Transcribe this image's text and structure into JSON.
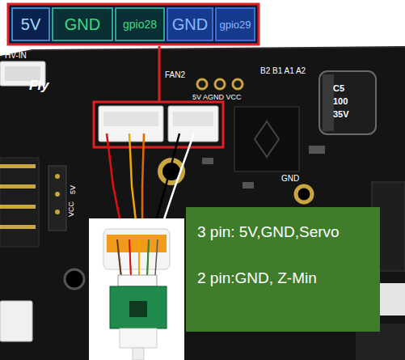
{
  "diagram": {
    "nodes": [
      {
        "text": [
          "5V"
        ]
      },
      {
        "text": [
          "GND"
        ]
      },
      {
        "text": [
          "gpio28"
        ]
      },
      {
        "text": [
          "GND"
        ]
      },
      {
        "text": [
          "gpio29"
        ]
      },
      {
        "text": [
          "3 pin: 5V,GND,Servo",
          "2 pin:GND, Z-Min"
        ]
      }
    ],
    "labels": [
      "Fly",
      "FAN2",
      "5V AGND VCC",
      "B2 B1 A1 A2",
      "HV-IN",
      "5V",
      "VCC",
      "GND",
      "C5",
      "100",
      "35V"
    ]
  }
}
